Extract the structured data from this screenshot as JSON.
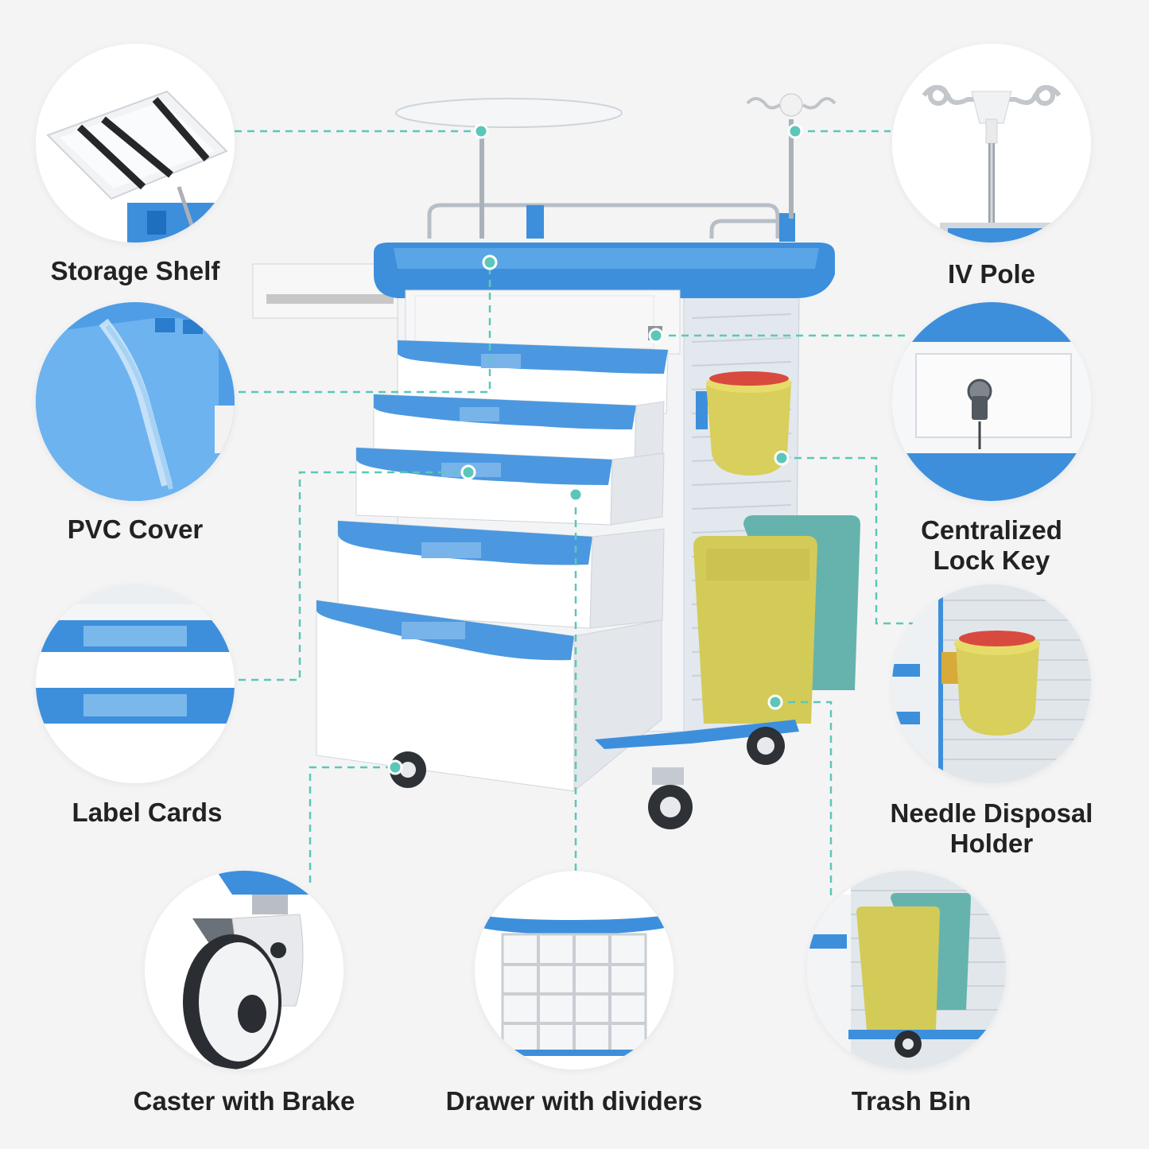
{
  "colors": {
    "accent_blue": "#3d8fdc",
    "light_blue": "#7ab8ec",
    "teal_guide": "#5cc7b8",
    "yellow_bin": "#d9cf5a",
    "teal_bin": "#67b6b0",
    "text": "#222222"
  },
  "features": [
    {
      "id": "storage-shelf",
      "lines": [
        "Storage Shelf"
      ],
      "icon": "tray-icon"
    },
    {
      "id": "iv-pole",
      "lines": [
        "IV Pole"
      ],
      "icon": "iv-hook-icon"
    },
    {
      "id": "pvc-cover",
      "lines": [
        "PVC Cover"
      ],
      "icon": "cover-icon"
    },
    {
      "id": "lock-key",
      "lines": [
        "Centralized",
        "Lock Key"
      ],
      "icon": "lock-key-icon"
    },
    {
      "id": "label-cards",
      "lines": [
        "Label Cards"
      ],
      "icon": "label-card-icon"
    },
    {
      "id": "needle-holder",
      "lines": [
        "Needle Disposal",
        "Holder"
      ],
      "icon": "needle-container-icon"
    },
    {
      "id": "caster",
      "lines": [
        "Caster with Brake"
      ],
      "icon": "caster-wheel-icon"
    },
    {
      "id": "drawer-dividers",
      "lines": [
        "Drawer with dividers"
      ],
      "icon": "drawer-dividers-icon"
    },
    {
      "id": "trash-bin",
      "lines": [
        "Trash Bin"
      ],
      "icon": "trash-bin-icon"
    }
  ]
}
